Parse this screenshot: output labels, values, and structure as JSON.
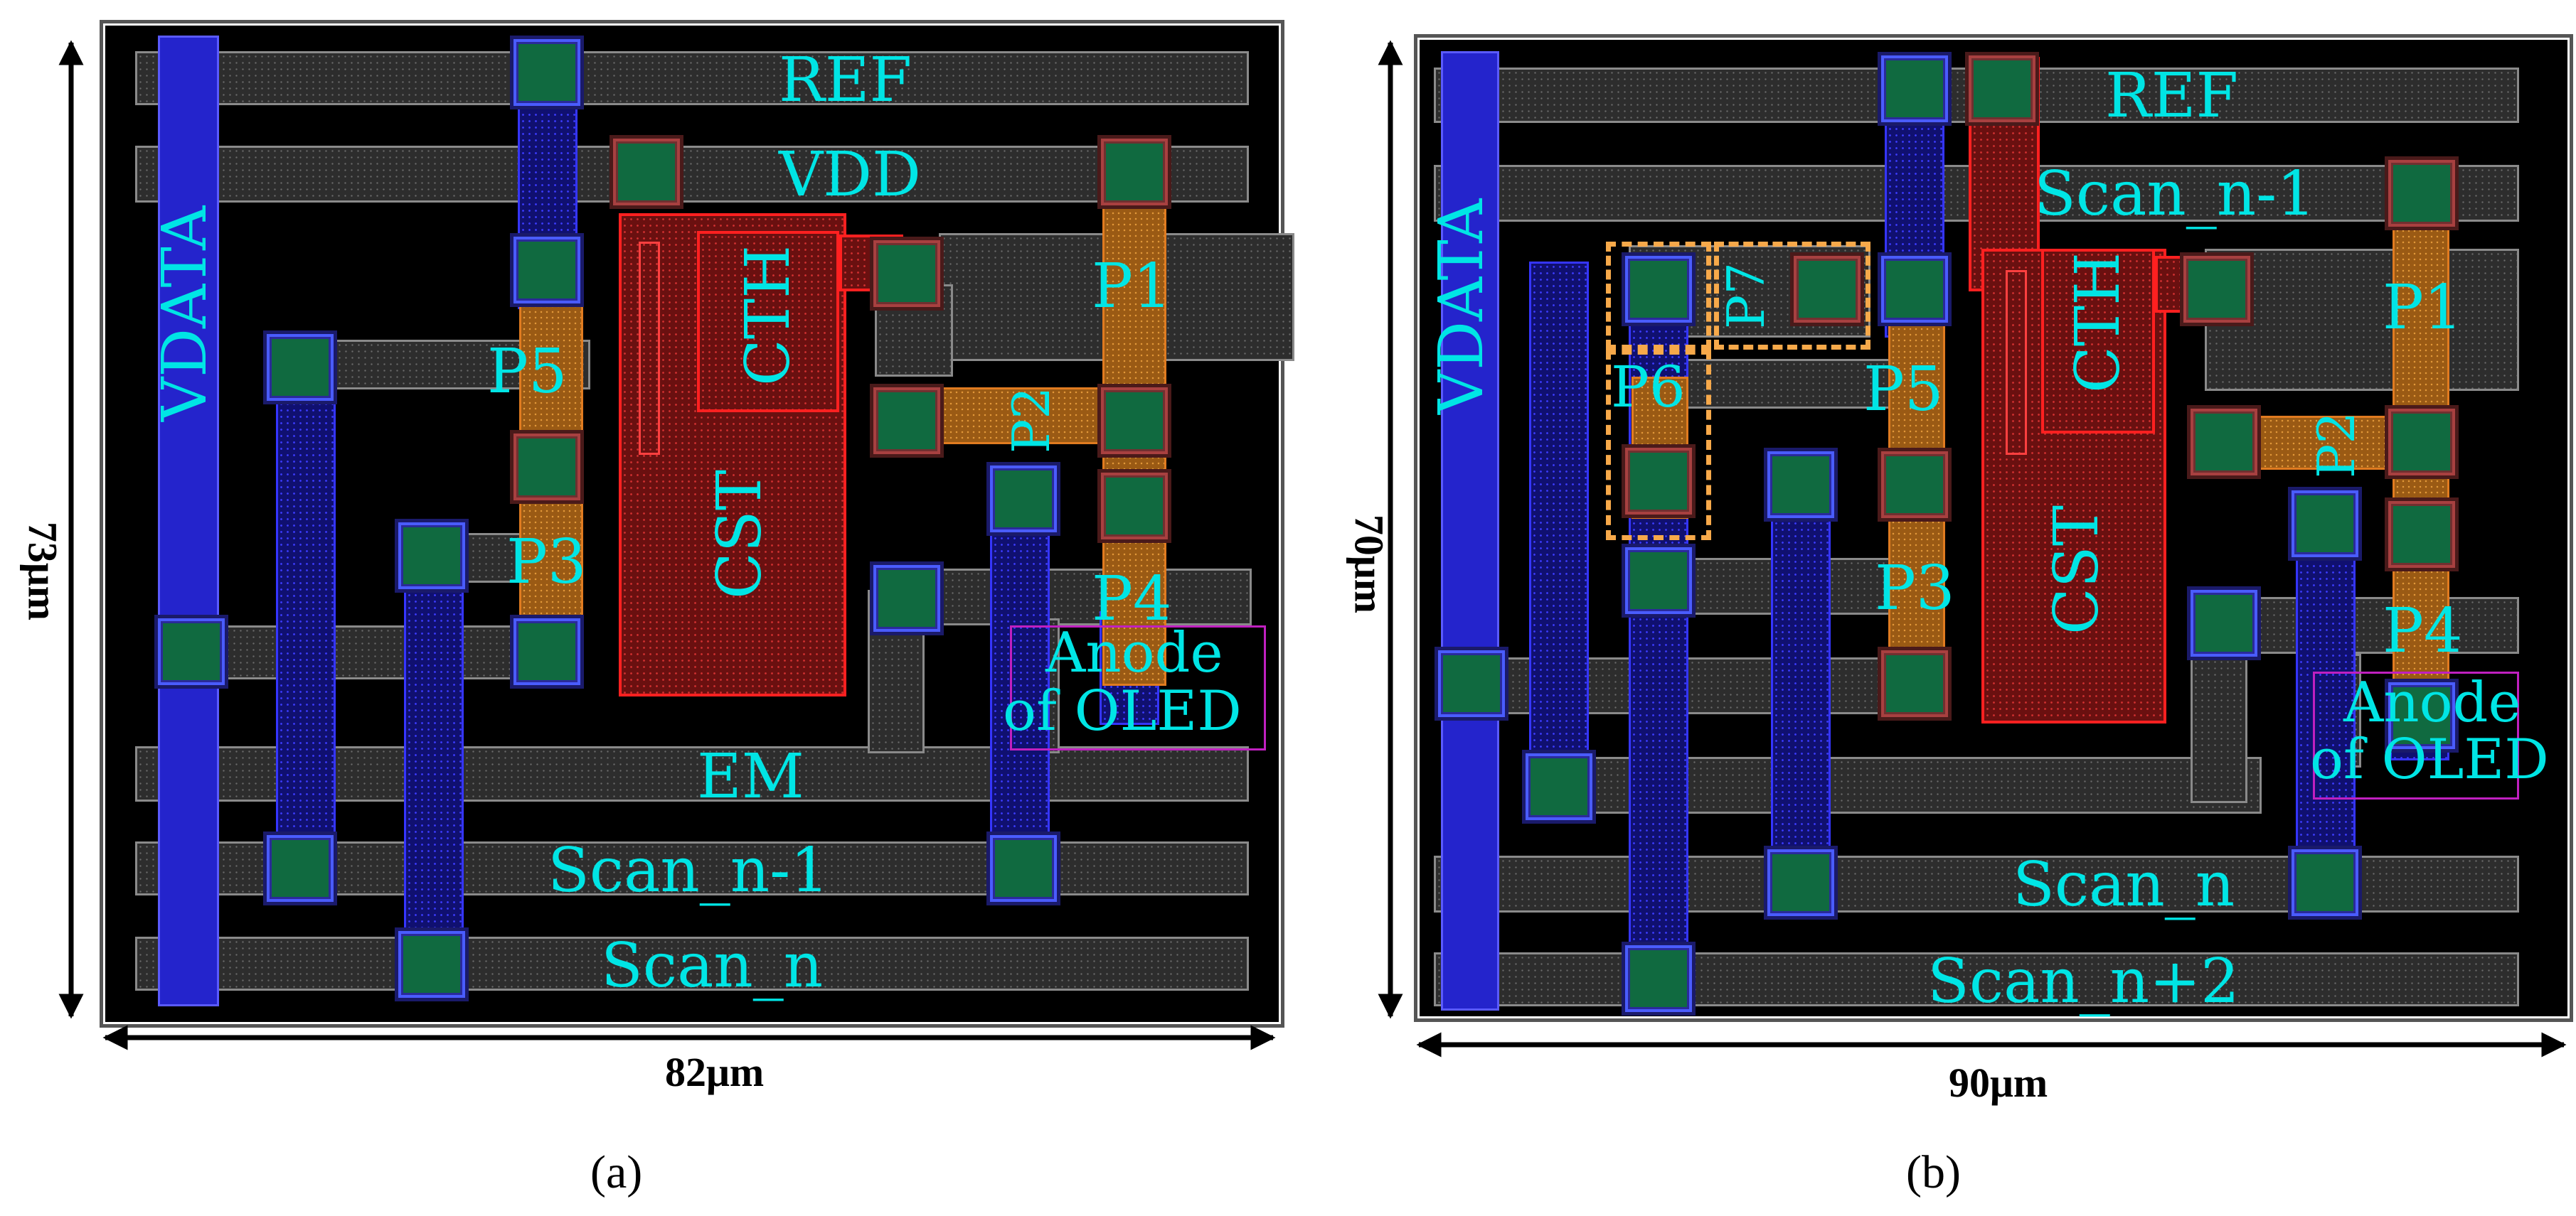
{
  "panel_a": {
    "labels": {
      "ref": "REF",
      "vdd": "VDD",
      "vdata": "VDATA",
      "cth": "CTH",
      "cst": "CST",
      "p1": "P1",
      "p2": "P2",
      "p3": "P3",
      "p4": "P4",
      "p5": "P5",
      "anode_line1": "Anode",
      "anode_line2": "of OLED",
      "em": "EM",
      "scan_prev": "Scan_n-1",
      "scan": "Scan_n"
    },
    "height_dim": "73μm",
    "width_dim": "82μm",
    "caption": "(a)"
  },
  "panel_b": {
    "labels": {
      "ref": "REF",
      "scan_prev": "Scan_n-1",
      "vdata": "VDATA",
      "cth": "CTH",
      "cst": "CST",
      "p1": "P1",
      "p2": "P2",
      "p3": "P3",
      "p4": "P4",
      "p5": "P5",
      "p6": "P6",
      "p7": "P7",
      "anode_line1": "Anode",
      "anode_line2": "of OLED",
      "scan": "Scan_n",
      "scan_next2": "Scan_n+2"
    },
    "height_dim": "70μm",
    "width_dim": "90μm",
    "caption": "(b)"
  }
}
